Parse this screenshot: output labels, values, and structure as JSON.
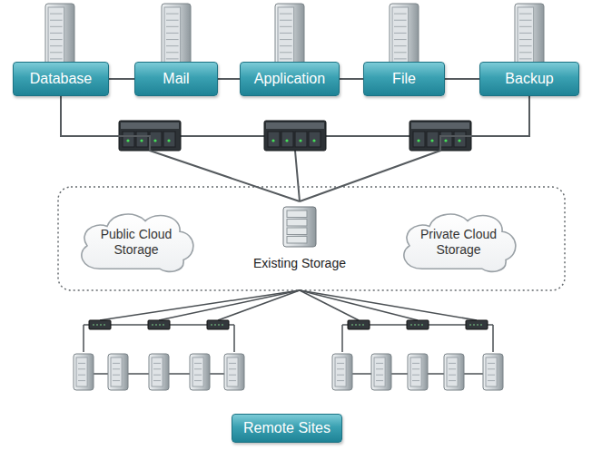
{
  "diagram": {
    "nodes": [
      {
        "text": [
          "Database"
        ]
      },
      {
        "text": [
          "Mail"
        ]
      },
      {
        "text": [
          "Application"
        ]
      },
      {
        "text": [
          "File"
        ]
      },
      {
        "text": [
          "Backup"
        ]
      },
      {
        "text": [
          "Public Cloud Storage"
        ]
      },
      {
        "text": [
          "Existing Storage"
        ]
      },
      {
        "text": [
          "Private Cloud Storage"
        ]
      },
      {
        "text": [
          "Remote Sites"
        ]
      }
    ],
    "edges": [
      {
        "from": 0,
        "to": 1,
        "arrow": "none"
      },
      {
        "from": 1,
        "to": 2,
        "arrow": "none"
      },
      {
        "from": 2,
        "to": 3,
        "arrow": "none"
      },
      {
        "from": 3,
        "to": 4,
        "arrow": "none"
      },
      {
        "from": 0,
        "to": 6,
        "arrow": "none"
      },
      {
        "from": 4,
        "to": 6,
        "arrow": "none"
      }
    ]
  }
}
